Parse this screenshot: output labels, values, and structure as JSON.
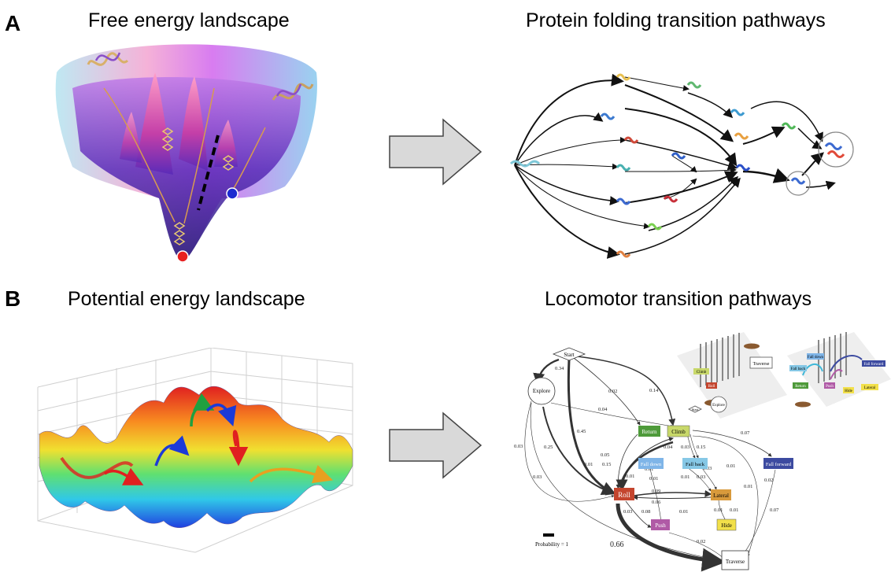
{
  "panels": {
    "a": {
      "letter": "A",
      "left_title": "Free energy landscape",
      "right_title": "Protein folding transition pathways"
    },
    "b": {
      "letter": "B",
      "left_title": "Potential energy landscape",
      "right_title": "Locomotor transition pathways"
    }
  },
  "locomotor_graph": {
    "nodes": {
      "start": "Start",
      "explore": "Explore",
      "return": "Return",
      "climb": "Climb",
      "fall_down": "Fall down",
      "fall_back": "Fall back",
      "fall_forward": "Fall forward",
      "roll": "Roll",
      "lateral": "Lateral",
      "push": "Push",
      "hide": "Hide",
      "traverse": "Traverse"
    },
    "edge_labels": [
      "0.34",
      "0.02",
      "0.14",
      "0.04",
      "0.45",
      "0.25",
      "0.03",
      "0.03",
      "0.01",
      "0.05",
      "0.15",
      "0.04",
      "0.03",
      "0.15",
      "0.07",
      "0.01",
      "0.01",
      "0.01",
      "0.03",
      "0.09",
      "0.06",
      "0.01",
      "0.03",
      "0.01",
      "0.03",
      "0.08",
      "0.01",
      "0.01",
      "0.01",
      "0.01",
      "0.02",
      "0.02",
      "0.07",
      "0.66"
    ],
    "scale_label": "Probability = 1",
    "inset_labels": [
      "Traverse",
      "Climb",
      "Roll",
      "Explore",
      "Start",
      "Fall back",
      "Fall down",
      "Fall forward",
      "Return",
      "Push",
      "Hide",
      "Lateral"
    ]
  },
  "colors": {
    "return": "#4e9a3a",
    "climb": "#c8d86a",
    "fall_down": "#7fb5e8",
    "fall_back": "#86c8e6",
    "fall_forward": "#3c4aa0",
    "roll": "#c4452e",
    "lateral": "#d89a3c",
    "push": "#b05aa6",
    "hide": "#f2e04a",
    "arrow_fill": "#d9d9d9"
  }
}
